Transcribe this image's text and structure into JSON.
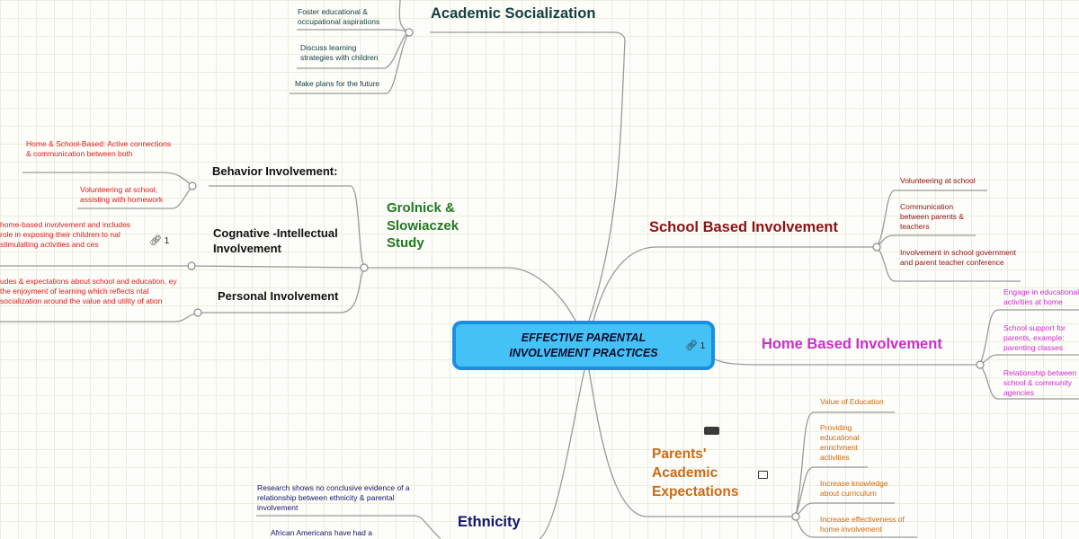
{
  "center": {
    "title": "EFFECTIVE PARENTAL INVOLVEMENT PRACTICES",
    "link_count": "1"
  },
  "academic": {
    "title": "Academic Socialization",
    "items": [
      "Foster educational & occupational aspirations",
      "Discuss learning strategies with children",
      "Make plans for the future"
    ]
  },
  "grolnick": {
    "title": "Grolnick & Slowiaczek Study",
    "behavior": {
      "title": "Behavior Involvement:",
      "items": [
        "Home & School-Based: Active connections & communication between both",
        "Volunteering at school, assisting with homework"
      ]
    },
    "cognitive": {
      "title": "Cognative -Intellectual Involvement",
      "link_count": "1",
      "text": "home-based involvement and includes role in exposing their children to nal stimulalting activities and ces"
    },
    "personal": {
      "title": "Personal Involvement",
      "text": "udes & expectations about school and education, ey the enjoyment of learning which reflects ntal socialization around the value and utility of ation"
    }
  },
  "school": {
    "title": "School Based Involvement",
    "items": [
      "Volunteering at school",
      "Communication between parents & teachers",
      "Involvement in school government and parent teacher conference"
    ]
  },
  "home": {
    "title": "Home Based Involvement",
    "items": [
      "Engage in educational activities at home",
      "School support for parents, example: parenting classes",
      "Relationship between school & community agencies"
    ]
  },
  "expect": {
    "title": "Parents' Academic Expectations",
    "items": [
      "Value of Education",
      "Providing educational enrichment activities",
      "Increase knowledge about curriculum",
      "Increase effectiveness of home involvement"
    ]
  },
  "ethnicity": {
    "title": "Ethnicity",
    "items": [
      "Research shows no conclusive evidence of a relationship between ethnicity & parental involvement",
      "African Americans have had a"
    ]
  },
  "colors": {
    "academic": "#15403f",
    "grolnick": "#1f7a1f",
    "school": "#8f1212",
    "home": "#cc2ecc",
    "expect": "#cc6a14",
    "ethnicity": "#15156b",
    "grolnick_leaf": "#e01b1b",
    "line": "#8a8a8a",
    "center_fill": "#45c2f5",
    "center_border": "#1a8fe0"
  }
}
